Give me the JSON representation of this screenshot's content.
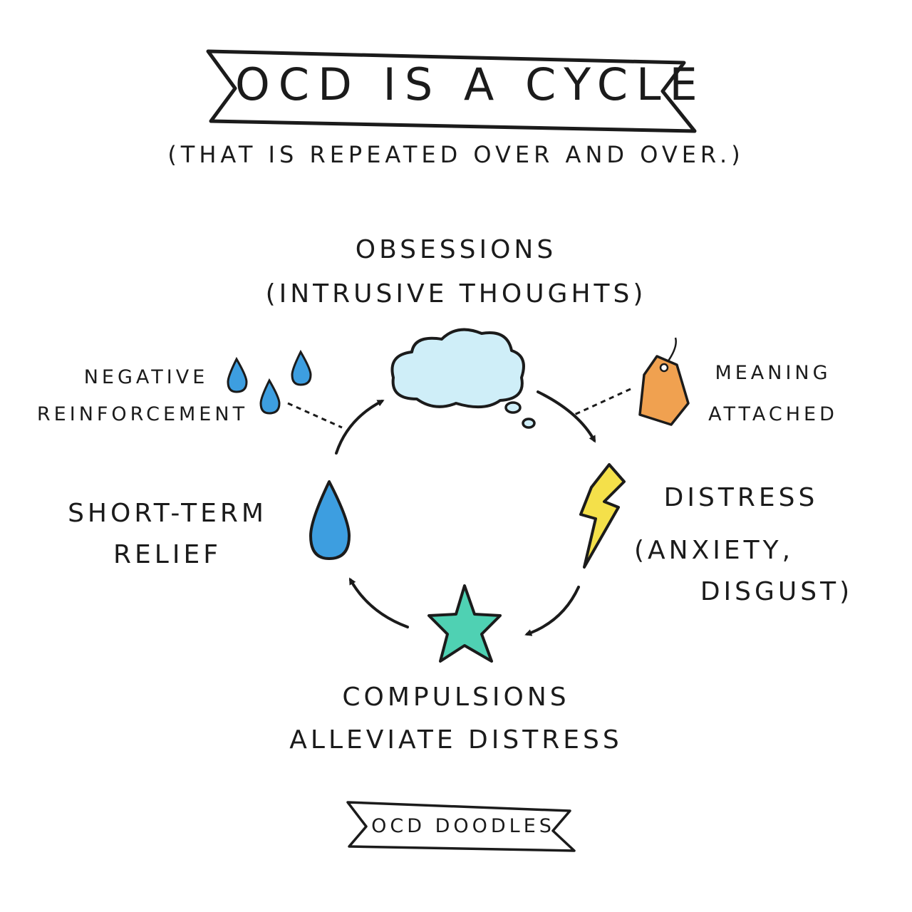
{
  "title": "OCD IS A CYCLE",
  "subtitle": "(THAT IS REPEATED OVER AND OVER.)",
  "nodes": {
    "obsessions": {
      "line1": "OBSESSIONS",
      "line2": "(INTRUSIVE THOUGHTS)",
      "icon": "cloud-icon"
    },
    "distress": {
      "line1": "DISTRESS",
      "line2": "(ANXIETY,",
      "line3": "DISGUST)",
      "icon": "lightning-icon"
    },
    "compulsions": {
      "line1": "COMPULSIONS",
      "line2": "ALLEVIATE DISTRESS",
      "icon": "star-icon"
    },
    "relief": {
      "line1": "SHORT-TERM",
      "line2": "RELIEF",
      "icon": "water-drop-icon"
    }
  },
  "side_notes": {
    "negative_reinforcement": {
      "line1": "NEGATIVE",
      "line2": "REINFORCEMENT",
      "icon": "water-drops-icon"
    },
    "meaning_attached": {
      "line1": "MEANING",
      "line2": "ATTACHED",
      "icon": "price-tag-icon"
    }
  },
  "footer": "OCD DOODLES",
  "colors": {
    "ink": "#1b1b1b",
    "cloud": "#cfeef8",
    "cloud_edge": "#7fc9e6",
    "drop": "#3d9ee0",
    "bolt": "#f4e04a",
    "star": "#4fd1b3",
    "tag": "#f0a150"
  }
}
